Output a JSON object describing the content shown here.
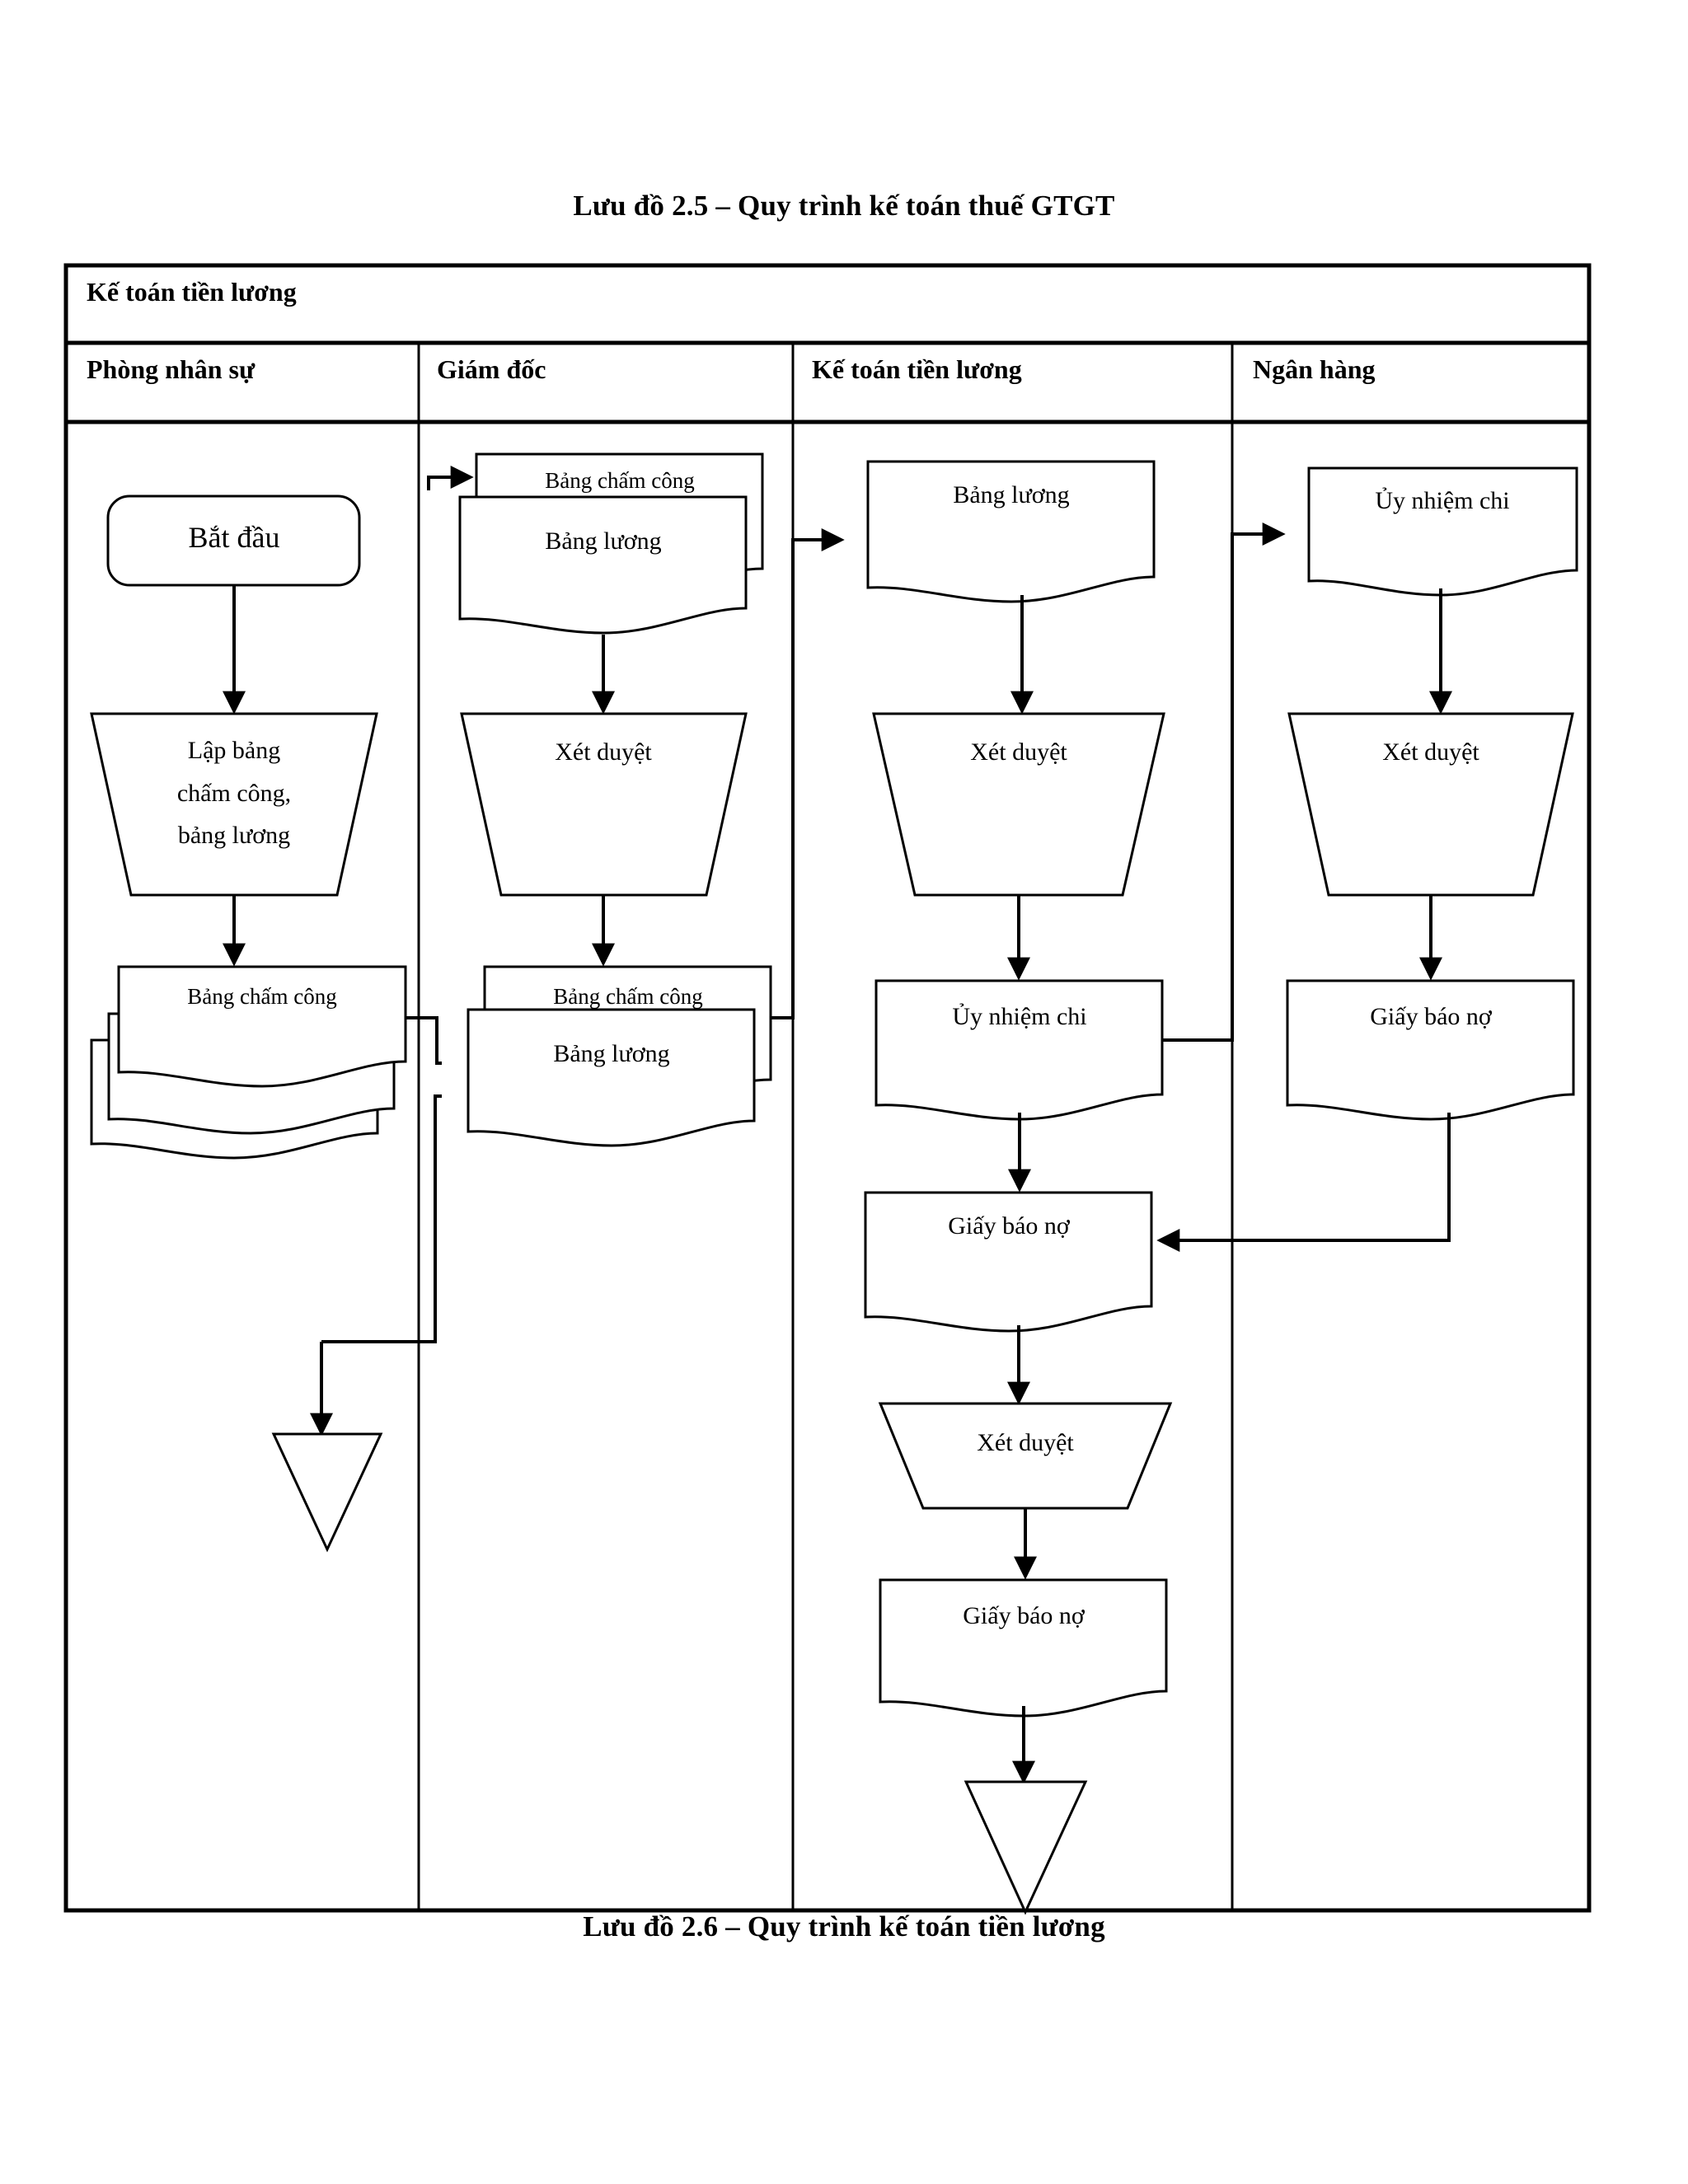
{
  "caption_top": "Lưu đồ 2.5 – Quy trình kế toán thuế GTGT",
  "caption_bottom": "Lưu đồ 2.6 – Quy trình kế toán tiền lương",
  "diagram": {
    "title": "Kế toán tiền lương",
    "lanes": [
      {
        "label": "Phòng nhân sự"
      },
      {
        "label": "Giám đốc"
      },
      {
        "label": "Kế toán tiền lương"
      },
      {
        "label": "Ngân hàng"
      }
    ],
    "nodes": {
      "c1_start": "Bắt đầu",
      "c1_process": "Lập bảng chấm công, bảng lương",
      "c1_process_l1": "Lập bảng",
      "c1_process_l2": "chấm công,",
      "c1_process_l3": "bảng lương",
      "c1_doc_back": "Bảng chấm công",
      "c1_doc_front": "",
      "c2_doc_back_top": "Bảng chấm công",
      "c2_doc_front_top": "Bảng lương",
      "c2_review": "Xét duyệt",
      "c2_doc_back_bot": "Bảng chấm công",
      "c2_doc_front_bot": "Bảng lương",
      "c3_doc_salary": "Bảng lương",
      "c3_review1": "Xét duyệt",
      "c3_payment_order": "Ủy nhiệm chi",
      "c3_debit_note1": "Giấy báo nợ",
      "c3_review2": "Xét duyệt",
      "c3_debit_note2": "Giấy báo nợ",
      "c4_payment_order": "Ủy nhiệm chi",
      "c4_review": "Xét duyệt",
      "c4_debit_note": "Giấy báo nợ"
    }
  },
  "colors": {
    "stroke": "#000000",
    "fill": "#ffffff",
    "background": "#ffffff"
  }
}
